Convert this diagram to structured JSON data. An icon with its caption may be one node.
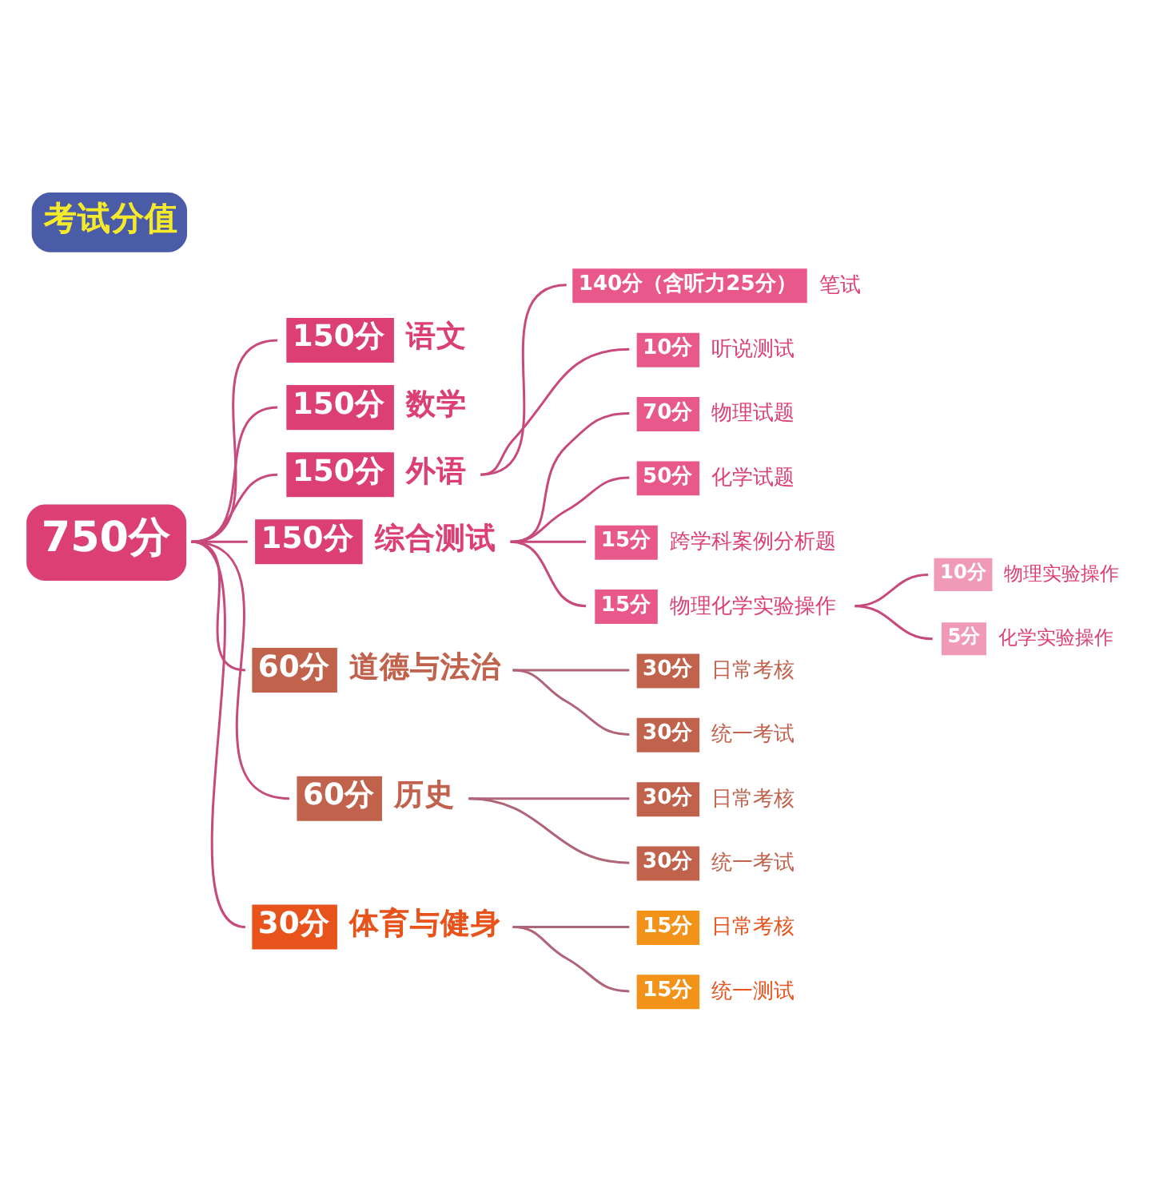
{
  "diagram": {
    "title": "考试分值",
    "nodes": [
      {
        "text": [
          "750分"
        ]
      },
      {
        "text": [
          "150分"
        ],
        "beside": [
          "语文"
        ]
      },
      {
        "text": [
          "150分"
        ],
        "beside": [
          "数学"
        ]
      },
      {
        "text": [
          "150分"
        ],
        "beside": [
          "外语"
        ]
      },
      {
        "text": [
          "140分（含听力25分）"
        ],
        "beside": [
          "笔试"
        ]
      },
      {
        "text": [
          "10分"
        ],
        "beside": [
          "听说测试"
        ]
      },
      {
        "text": [
          "150分"
        ],
        "beside": [
          "综合测试"
        ]
      },
      {
        "text": [
          "70分"
        ],
        "beside": [
          "物理试题"
        ]
      },
      {
        "text": [
          "50分"
        ],
        "beside": [
          "化学试题"
        ]
      },
      {
        "text": [
          "15分"
        ],
        "beside": [
          "跨学科案例分析题"
        ]
      },
      {
        "text": [
          "15分"
        ],
        "beside": [
          "物理化学实验操作"
        ]
      },
      {
        "text": [
          "10分"
        ],
        "beside": [
          "物理实验操作"
        ]
      },
      {
        "text": [
          "5分"
        ],
        "beside": [
          "化学实验操作"
        ]
      },
      {
        "text": [
          "60分"
        ],
        "beside": [
          "道德与法治"
        ]
      },
      {
        "text": [
          "30分"
        ],
        "beside": [
          "日常考核"
        ]
      },
      {
        "text": [
          "30分"
        ],
        "beside": [
          "统一考试"
        ]
      },
      {
        "text": [
          "60分"
        ],
        "beside": [
          "历史"
        ]
      },
      {
        "text": [
          "30分"
        ],
        "beside": [
          "日常考核"
        ]
      },
      {
        "text": [
          "30分"
        ],
        "beside": [
          "统一考试"
        ]
      },
      {
        "text": [
          "30分"
        ],
        "beside": [
          "体育与健身"
        ]
      },
      {
        "text": [
          "15分"
        ],
        "beside": [
          "日常考核"
        ]
      },
      {
        "text": [
          "15分"
        ],
        "beside": [
          "统一测试"
        ]
      }
    ],
    "edges": [
      {
        "from": 0,
        "to": 1,
        "arrow": "none"
      },
      {
        "from": 0,
        "to": 2,
        "arrow": "none"
      },
      {
        "from": 0,
        "to": 3,
        "arrow": "none"
      },
      {
        "from": 3,
        "to": 4,
        "arrow": "none"
      },
      {
        "from": 3,
        "to": 5,
        "arrow": "none"
      },
      {
        "from": 0,
        "to": 6,
        "arrow": "none"
      },
      {
        "from": 6,
        "to": 7,
        "arrow": "none"
      },
      {
        "from": 6,
        "to": 8,
        "arrow": "none"
      },
      {
        "from": 6,
        "to": 9,
        "arrow": "none"
      },
      {
        "from": 6,
        "to": 10,
        "arrow": "none"
      },
      {
        "from": 10,
        "to": 11,
        "arrow": "none"
      },
      {
        "from": 10,
        "to": 12,
        "arrow": "none"
      },
      {
        "from": 0,
        "to": 13,
        "arrow": "none"
      },
      {
        "from": 13,
        "to": 14,
        "arrow": "none",
        "color": "#b06478"
      },
      {
        "from": 13,
        "to": 15,
        "arrow": "none",
        "color": "#b06478"
      },
      {
        "from": 0,
        "to": 16,
        "arrow": "none"
      },
      {
        "from": 16,
        "to": 17,
        "arrow": "none",
        "color": "#b06478"
      },
      {
        "from": 16,
        "to": 18,
        "arrow": "none",
        "color": "#b06478"
      },
      {
        "from": 0,
        "to": 19,
        "arrow": "none"
      },
      {
        "from": 19,
        "to": 20,
        "arrow": "none",
        "color": "#b06478"
      },
      {
        "from": 19,
        "to": 21,
        "arrow": "none",
        "color": "#b06478"
      }
    ]
  }
}
